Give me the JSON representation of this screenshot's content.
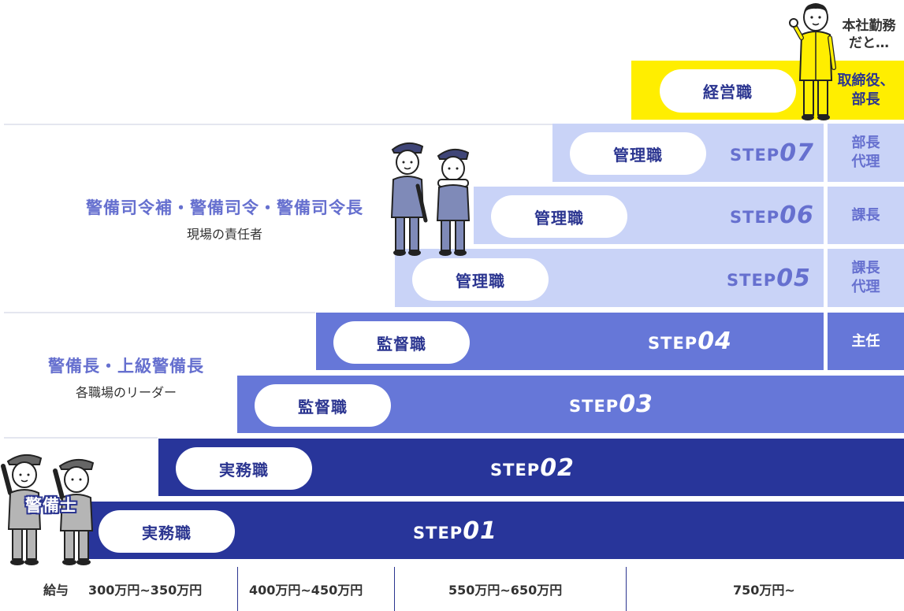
{
  "colors": {
    "navy": "#28359a",
    "mid": "#6677d8",
    "light": "#c9d3f7",
    "yellow": "#ffee00",
    "step_light_text": "#6670cf",
    "pill_text": "#2b3590"
  },
  "steps": [
    {
      "id": "01",
      "label": "STEP",
      "num": "01",
      "role": "実務職"
    },
    {
      "id": "02",
      "label": "STEP",
      "num": "02",
      "role": "実務職"
    },
    {
      "id": "03",
      "label": "STEP",
      "num": "03",
      "role": "監督職"
    },
    {
      "id": "04",
      "label": "STEP",
      "num": "04",
      "role": "監督職",
      "side": "主任"
    },
    {
      "id": "05",
      "label": "STEP",
      "num": "05",
      "role": "管理職",
      "side": "課長代理"
    },
    {
      "id": "06",
      "label": "STEP",
      "num": "06",
      "role": "管理職",
      "side": "課長"
    },
    {
      "id": "07",
      "label": "STEP",
      "num": "07",
      "role": "管理職",
      "side": "部長代理"
    }
  ],
  "top": {
    "role": "経営職",
    "side_lines": [
      "取締役、",
      "部長"
    ],
    "speech_lines": [
      "本社勤務",
      "だと…"
    ]
  },
  "groups": [
    {
      "title": "警備司令補・警備司令・警備司令長",
      "subtitle": "現場の責任者"
    },
    {
      "title": "警備長・上級警備長",
      "subtitle": "各職場のリーダー"
    },
    {
      "title": "警備士"
    }
  ],
  "side_lines": {
    "s05": [
      "課長",
      "代理"
    ],
    "s07": [
      "部長",
      "代理"
    ]
  },
  "salary": {
    "label": "給与",
    "ranges": [
      "300万円~350万円",
      "400万円~450万円",
      "550万円~650万円",
      "750万円~"
    ]
  }
}
